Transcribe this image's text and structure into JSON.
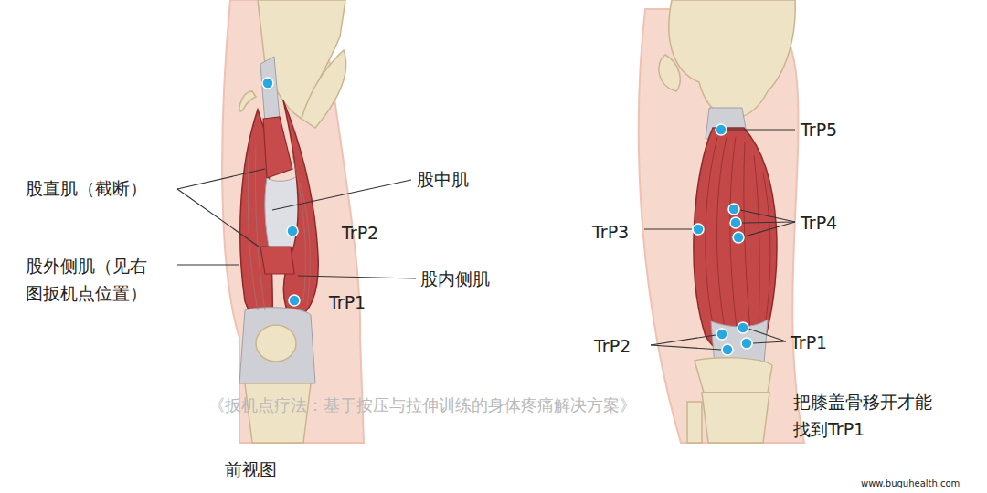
{
  "diagram": {
    "labels": [
      "股直肌（截断）",
      "股中肌",
      "TrP2",
      "股外侧肌（见右 图扳机点位置）",
      "股内侧肌",
      "TrP1",
      "前视图",
      "TrP5",
      "TrP3",
      "TrP4",
      "TrP2",
      "TrP1",
      "把膝盖骨移开才能 找到TrP1",
      "《扳机点疗法：基于按压与拉伸训练的身体疼痛解决方案》",
      "www.buguhealth.com"
    ]
  }
}
